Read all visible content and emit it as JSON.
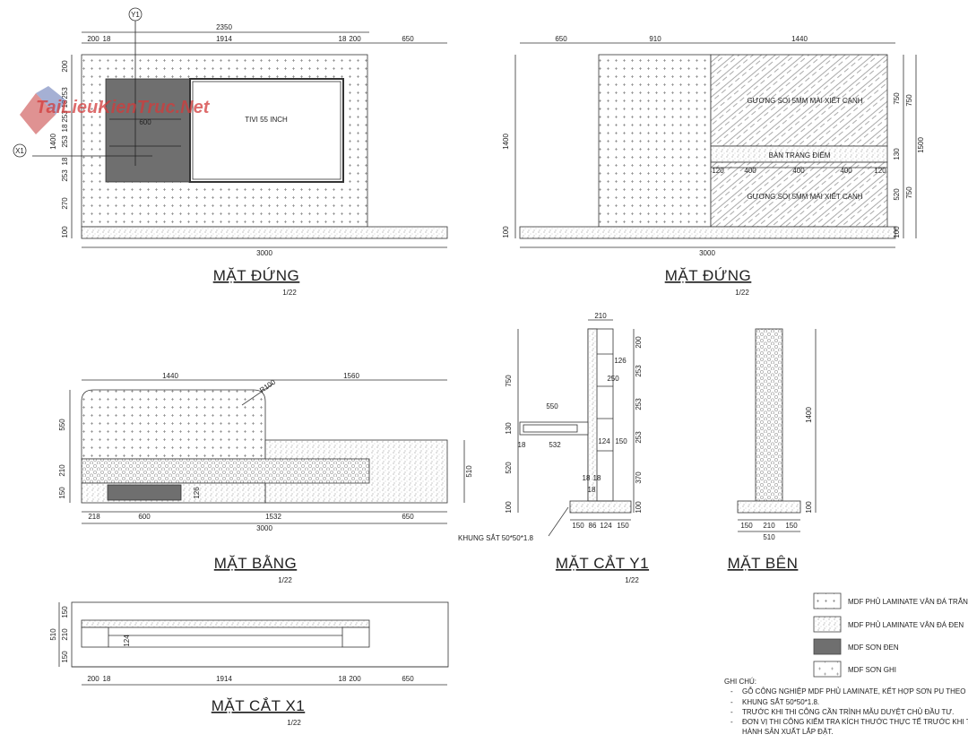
{
  "watermark": "TaiLieuKienTruc.Net",
  "views": {
    "front1": {
      "title": "MẶT ĐỨNG",
      "scale": "1/22",
      "dims_top": [
        "2350",
        "200",
        "18",
        "1914",
        "18",
        "200",
        "650"
      ],
      "dims_left": [
        "200",
        "253",
        "18",
        "253",
        "18",
        "253",
        "18",
        "253",
        "270",
        "100"
      ],
      "dim_bottom": "3000",
      "dim_600": "600",
      "dim_1400": "1400",
      "tv_label": "TIVI 55 INCH",
      "markers": [
        "Y1",
        "X1"
      ]
    },
    "front2": {
      "title": "MẶT ĐỨNG",
      "scale": "1/22",
      "dims_top": [
        "650",
        "910",
        "1440"
      ],
      "dims_right": [
        "750",
        "130",
        "520",
        "100",
        "750",
        "750",
        "1500"
      ],
      "dims_mid": [
        "120",
        "400",
        "400",
        "400",
        "120"
      ],
      "dim_left": "1400",
      "dim_left_base": "100",
      "dim_bottom": "3000",
      "mirror_top": "GƯƠNG SOI 5MM MÀI XIẾT CẠNH",
      "vanity": "BÀN TRANG ĐIỂM",
      "mirror_bottom": "GƯƠNG SOI 5MM MÀI XIẾT CẠNH"
    },
    "plan": {
      "title": "MẶT BẰNG",
      "scale": "1/22",
      "dims_top": [
        "1440",
        "1560"
      ],
      "radius": "R100",
      "dims_left": [
        "550",
        "210",
        "150"
      ],
      "dim_right": "510",
      "dim_126": "126",
      "dims_bottom": [
        "218",
        "600",
        "1532",
        "650"
      ],
      "dim_total": "3000"
    },
    "sectionY1": {
      "title": "MẶT CẮT Y1",
      "scale": "1/22",
      "dims_top": [
        "210"
      ],
      "dims_left": [
        "750",
        "130",
        "520",
        "100"
      ],
      "dims_right": [
        "200",
        "253",
        "253",
        "253",
        "370",
        "100"
      ],
      "inner": [
        "126",
        "250",
        "550",
        "532",
        "124",
        "150",
        "18",
        "18",
        "18",
        "18"
      ],
      "dims_bottom": [
        "150",
        "86",
        "124",
        "150"
      ],
      "frame_note": "KHUNG SẮT 50*50*1.8"
    },
    "side": {
      "title": "MẶT BÊN",
      "dim_height": "1400",
      "dim_base": "100",
      "dims_bottom": [
        "150",
        "210",
        "150"
      ],
      "dim_total": "510"
    },
    "sectionX1": {
      "title": "MẶT CẮT X1",
      "scale": "1/22",
      "dims_left": [
        "510",
        "150",
        "210",
        "150"
      ],
      "dim_124": "124",
      "dims_bottom": [
        "200",
        "18",
        "1914",
        "18",
        "200",
        "650"
      ]
    }
  },
  "legend": [
    {
      "label": "MDF PHỦ LAMINATE VÂN ĐÁ TRẮNG",
      "pattern": "cross-dots"
    },
    {
      "label": "MDF PHỦ LAMINATE VÂN ĐÁ ĐEN",
      "pattern": "hatch-dots"
    },
    {
      "label": "MDF SƠN ĐEN",
      "pattern": "dark"
    },
    {
      "label": "MDF SƠN GHI",
      "pattern": "sparse-cross"
    }
  ],
  "notes": {
    "heading": "GHI CHÚ:",
    "items": [
      "GỖ CÔNG NGHIỆP MDF PHỦ LAMINATE, KẾT HỢP SƠN PU THEO MÃ CHỌN.",
      "KHUNG SẮT 50*50*1.8.",
      "TRƯỚC KHI THI CÔNG CẦN TRÌNH MẪU DUYỆT CHỦ ĐẦU TƯ.",
      "ĐƠN VỊ THI CÔNG KIỂM TRA KÍCH THƯỚC THỰC TẾ TRƯỚC KHI TIẾN",
      "HÀNH SẢN XUẤT LẮP ĐẶT."
    ]
  },
  "colors": {
    "line": "#333333",
    "dark_fill": "#6f6f6f",
    "watermark": "#d23b3b"
  }
}
